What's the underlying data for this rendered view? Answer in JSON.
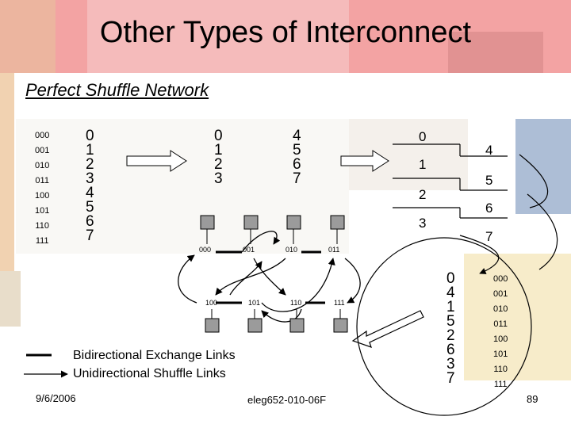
{
  "title": "Other Types of Interconnect",
  "subtitle": "Perfect Shuffle Network",
  "left_binary": [
    "000",
    "001",
    "010",
    "011",
    "100",
    "101",
    "110",
    "111"
  ],
  "left_decimal": [
    "0",
    "1",
    "2",
    "3",
    "4",
    "5",
    "6",
    "7"
  ],
  "upper_half": [
    "0",
    "1",
    "2",
    "3"
  ],
  "lower_half": [
    "4",
    "5",
    "6",
    "7"
  ],
  "interleave_left": [
    "0",
    "1",
    "2",
    "3"
  ],
  "interleave_right": [
    "4",
    "5",
    "6",
    "7"
  ],
  "node_labels_top": [
    "000",
    "001",
    "010",
    "011"
  ],
  "node_labels_bottom": [
    "100",
    "101",
    "110",
    "111"
  ],
  "shuffled_decimal": [
    "0",
    "4",
    "1",
    "5",
    "2",
    "6",
    "3",
    "7"
  ],
  "shuffled_binary": [
    "000",
    "001",
    "010",
    "011",
    "100",
    "101",
    "110",
    "111"
  ],
  "legend": {
    "exchange": "Bidirectional Exchange Links",
    "shuffle": "Unidirectional Shuffle Links"
  },
  "footer": {
    "date": "9/6/2006",
    "course": "eleg652-010-06F",
    "page": "89"
  },
  "colors": {
    "title_band": "#f29a9a",
    "node_fill": "#9b9b9b"
  }
}
